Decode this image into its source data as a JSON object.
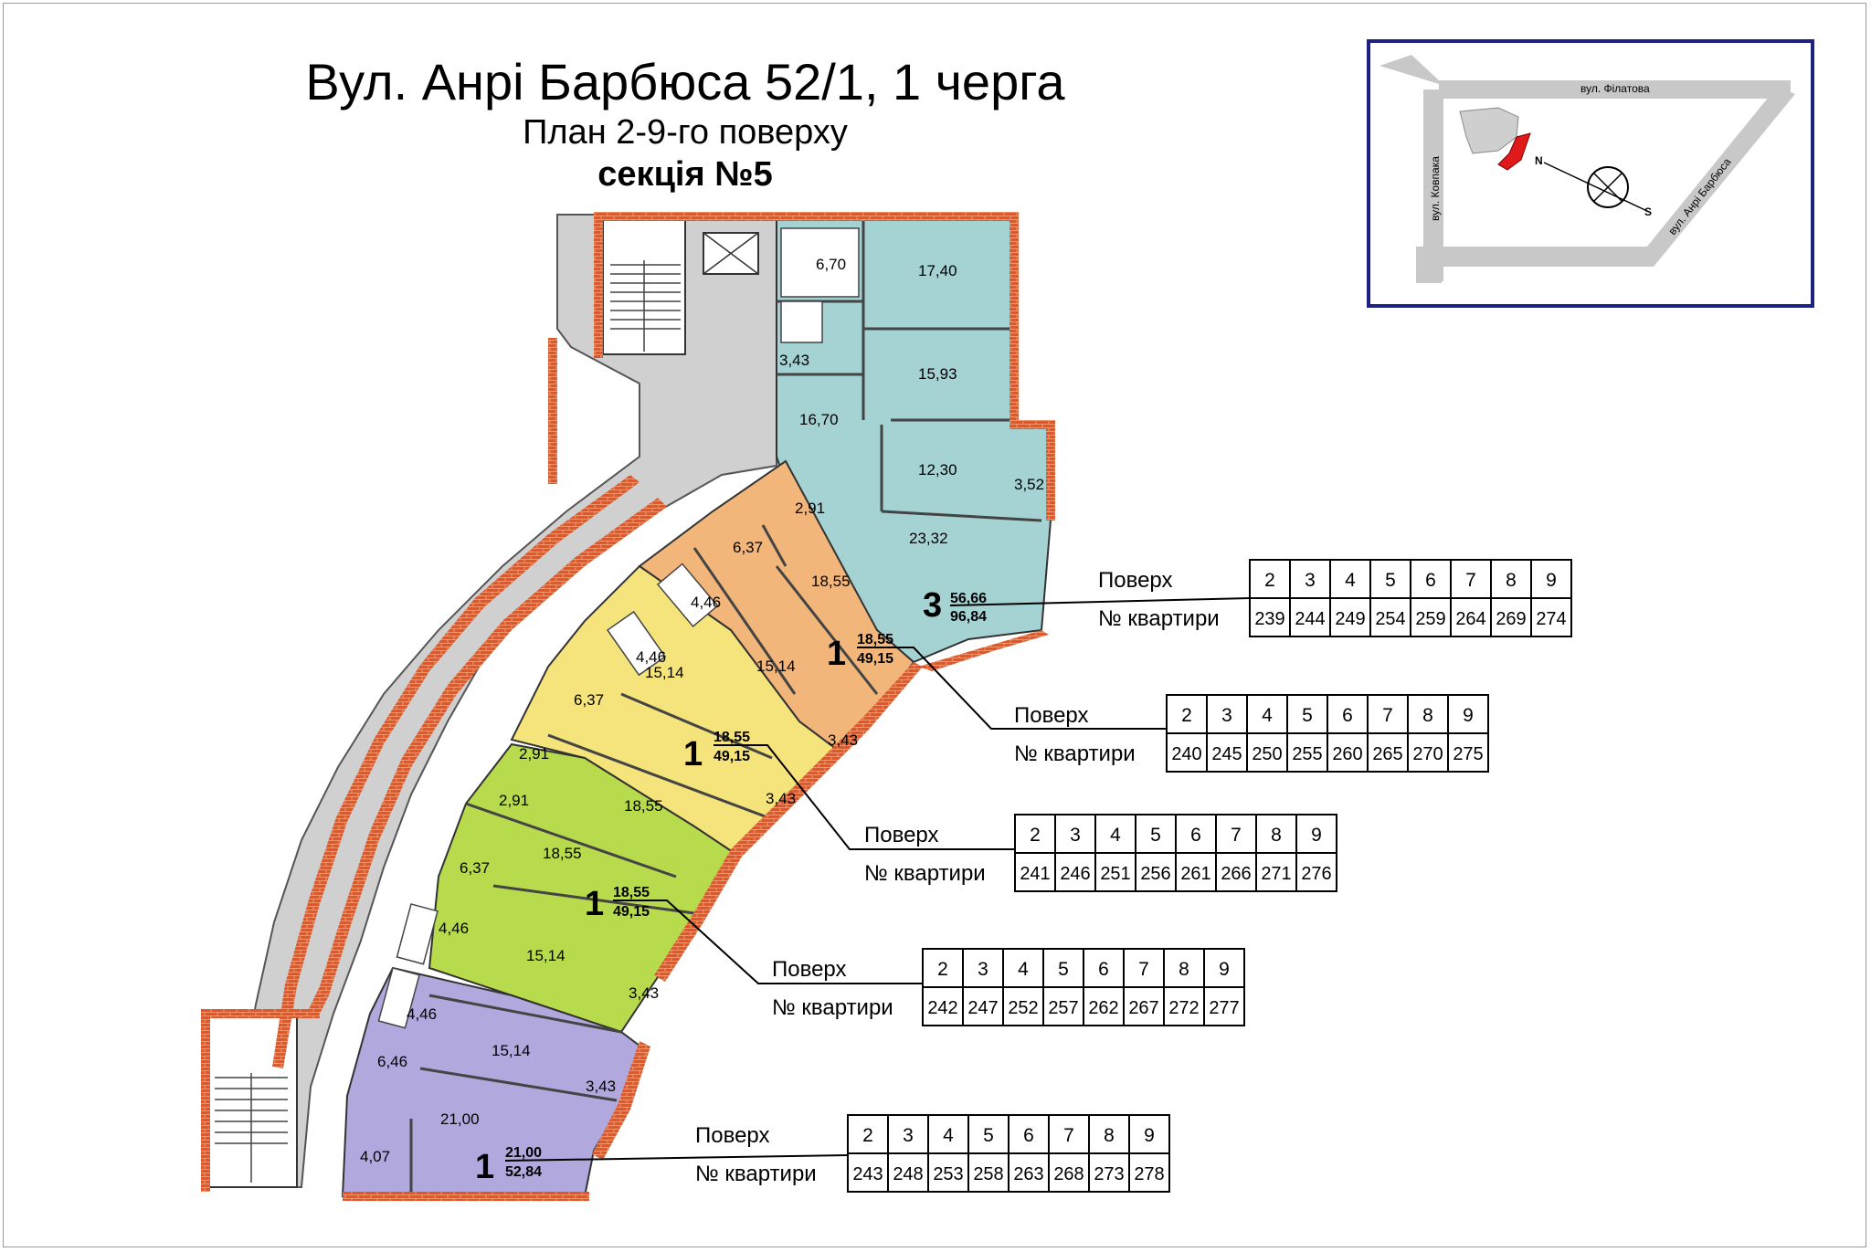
{
  "title": {
    "line1": "Вул. Анрі Барбюса 52/1, 1 черга",
    "line2": "План 2-9-го поверху",
    "line3": "секція №5"
  },
  "location_map": {
    "streets": {
      "filatova": "вул. Філатова",
      "kovpaka": "вул. Ковпака",
      "barbusa": "вул. Анрі Барбюса"
    },
    "compass": {
      "north": "N",
      "south": "S"
    },
    "highlight_color": "#e0191a"
  },
  "colors": {
    "apt3": "#a5d2d3",
    "apt1_orange": "#f2b67a",
    "apt1_yellow": "#f5e47c",
    "apt1_green": "#b8db4d",
    "apt1_purple": "#b1a9de",
    "brick": "#e1572a",
    "corridor": "#d0d0d0"
  },
  "rooms": {
    "r_1740": "17,40",
    "r_1593": "15,93",
    "r_1670": "16,70",
    "r_1230": "12,30",
    "r_352": "3,52",
    "r_2332": "23,32",
    "r_670": "6,70",
    "r_343a": "3,43",
    "o_291": "2,91",
    "o_637": "6,37",
    "o_1855": "18,55",
    "o_446": "4,46",
    "o_1514": "15,14",
    "o_343": "3,43",
    "y_446": "4,46",
    "y_1514": "15,14",
    "y_637": "6,37",
    "y_291": "2,91",
    "y_1855": "18,55",
    "y_343": "3,43",
    "g_291": "2,91",
    "g_1855": "18,55",
    "g_637": "6,37",
    "g_446": "4,46",
    "g_1514": "15,14",
    "g_343": "3,43",
    "p_446": "4,46",
    "p_646": "6,46",
    "p_1514": "15,14",
    "p_343": "3,43",
    "p_2100": "21,00",
    "p_407": "4,07"
  },
  "apartments": [
    {
      "rooms": "3",
      "living": "56,66",
      "total": "96,84",
      "floor_label": "Поверх",
      "apt_label": "№ квартири",
      "floors": [
        "2",
        "3",
        "4",
        "5",
        "6",
        "7",
        "8",
        "9"
      ],
      "numbers": [
        "239",
        "244",
        "249",
        "254",
        "259",
        "264",
        "269",
        "274"
      ]
    },
    {
      "rooms": "1",
      "living": "18,55",
      "total": "49,15",
      "floor_label": "Поверх",
      "apt_label": "№ квартири",
      "floors": [
        "2",
        "3",
        "4",
        "5",
        "6",
        "7",
        "8",
        "9"
      ],
      "numbers": [
        "240",
        "245",
        "250",
        "255",
        "260",
        "265",
        "270",
        "275"
      ]
    },
    {
      "rooms": "1",
      "living": "18,55",
      "total": "49,15",
      "floor_label": "Поверх",
      "apt_label": "№ квартири",
      "floors": [
        "2",
        "3",
        "4",
        "5",
        "6",
        "7",
        "8",
        "9"
      ],
      "numbers": [
        "241",
        "246",
        "251",
        "256",
        "261",
        "266",
        "271",
        "276"
      ]
    },
    {
      "rooms": "1",
      "living": "18,55",
      "total": "49,15",
      "floor_label": "Поверх",
      "apt_label": "№ квартири",
      "floors": [
        "2",
        "3",
        "4",
        "5",
        "6",
        "7",
        "8",
        "9"
      ],
      "numbers": [
        "242",
        "247",
        "252",
        "257",
        "262",
        "267",
        "272",
        "277"
      ]
    },
    {
      "rooms": "1",
      "living": "21,00",
      "total": "52,84",
      "floor_label": "Поверх",
      "apt_label": "№ квартири",
      "floors": [
        "2",
        "3",
        "4",
        "5",
        "6",
        "7",
        "8",
        "9"
      ],
      "numbers": [
        "243",
        "248",
        "253",
        "258",
        "263",
        "268",
        "273",
        "278"
      ]
    }
  ]
}
